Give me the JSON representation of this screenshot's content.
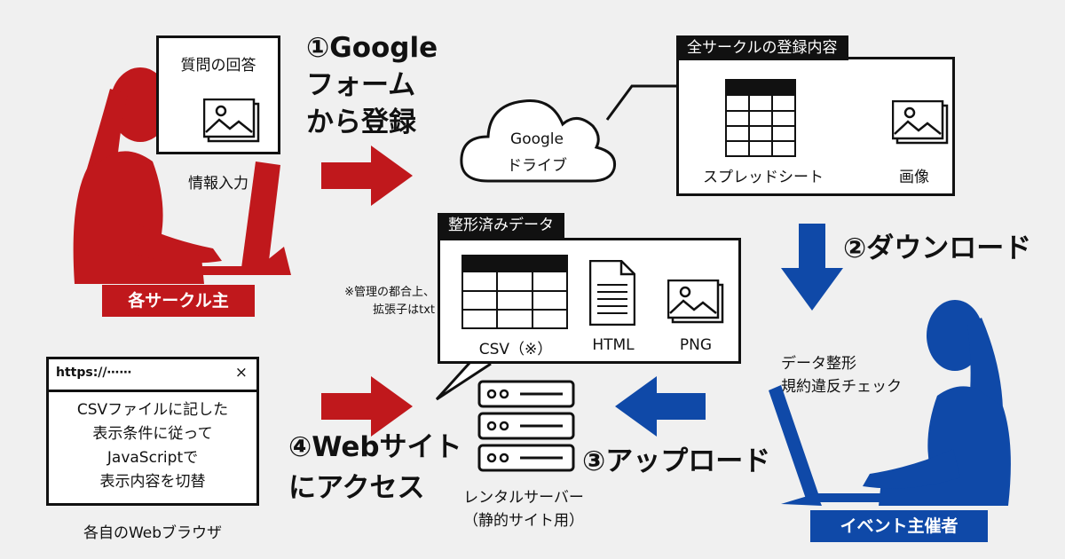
{
  "colors": {
    "red": "#c0181c",
    "blue": "#0f49a8",
    "dark": "#111111",
    "background": "#f0f0f0"
  },
  "left_top": {
    "form_card_title": "質問の回答",
    "input_label": "情報入力",
    "role_label": "各サークル主",
    "icon": "image-icon"
  },
  "step1": {
    "line1": "①Google",
    "line2": "フォーム",
    "line3": "から登録"
  },
  "cloud": {
    "line1": "Google",
    "line2": "ドライブ",
    "icon": "cloud-icon"
  },
  "drive_contents": {
    "tag": "全サークルの登録内容",
    "spreadsheet_label": "スプレッドシート",
    "image_label": "画像"
  },
  "step2": {
    "label": "②ダウンロード"
  },
  "right_bottom": {
    "task_line1": "データ整形",
    "task_line2": "規約違反チェック",
    "role_label": "イベント主催者"
  },
  "formatted": {
    "tag": "整形済みデータ",
    "csv_label": "CSV（※）",
    "html_label": "HTML",
    "png_label": "PNG",
    "note_line1": "※管理の都合上、",
    "note_line2": "拡張子はtxt"
  },
  "server": {
    "line1": "レンタルサーバー",
    "line2": "（静的サイト用）",
    "icon": "server-icon"
  },
  "step3": {
    "label": "③アップロード"
  },
  "step4": {
    "line1": "④Webサイト",
    "line2": "にアクセス"
  },
  "browser": {
    "url": "https://⋯⋯",
    "close_glyph": "×",
    "line1": "CSVファイルに記した",
    "line2": "表示条件に従って",
    "line3": "JavaScriptで",
    "line4": "表示内容を切替",
    "caption": "各自のWebブラウザ"
  }
}
